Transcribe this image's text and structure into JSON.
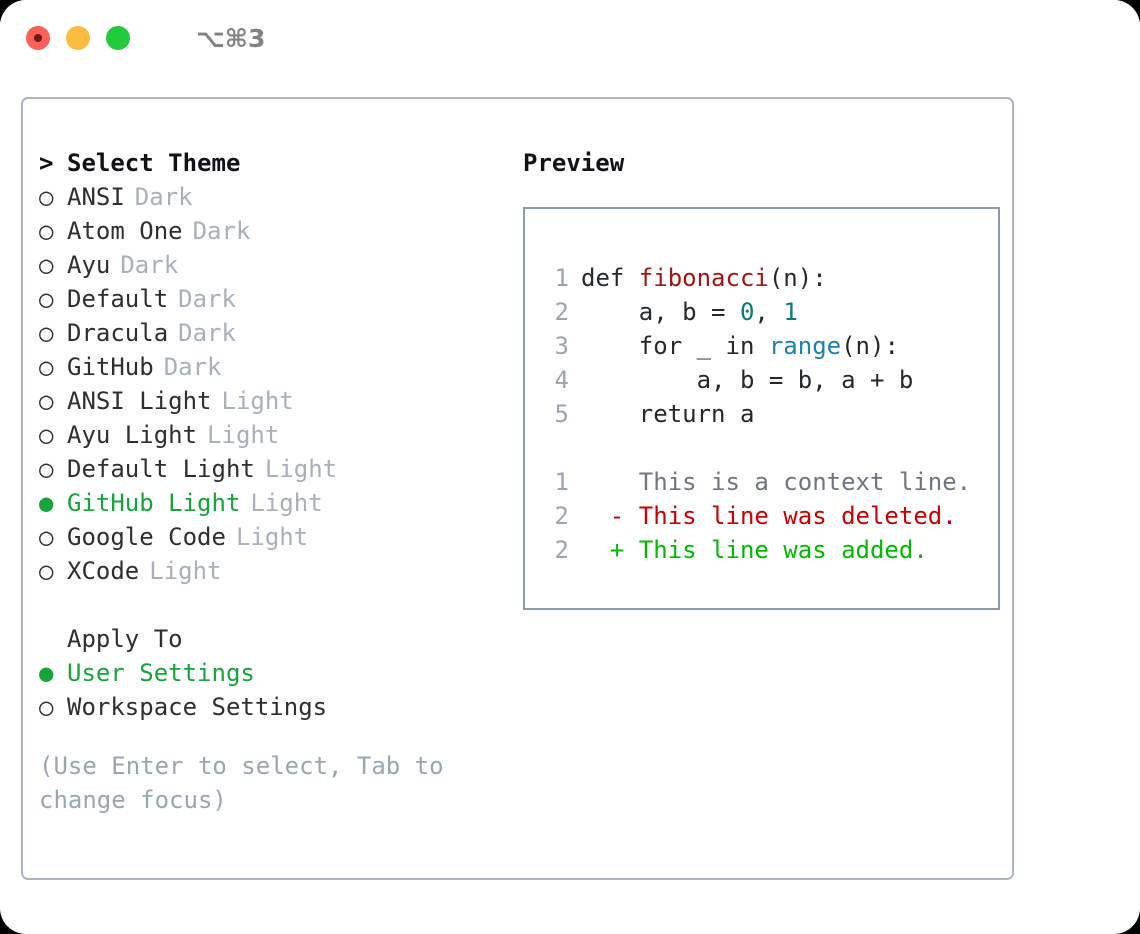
{
  "titlebar": {
    "shortcut": "⌥⌘3",
    "buttons": [
      {
        "name": "close",
        "color": "#fc6058"
      },
      {
        "name": "minimize",
        "color": "#fdbc40"
      },
      {
        "name": "zoom",
        "color": "#22c93c"
      }
    ]
  },
  "theme_list": {
    "header": "Select Theme",
    "header_prefix": ">",
    "marker_unselected": "○",
    "marker_selected": "●",
    "items": [
      {
        "label": "ANSI",
        "kind": "Dark",
        "selected": false
      },
      {
        "label": "Atom One",
        "kind": "Dark",
        "selected": false
      },
      {
        "label": "Ayu",
        "kind": "Dark",
        "selected": false
      },
      {
        "label": "Default",
        "kind": "Dark",
        "selected": false
      },
      {
        "label": "Dracula",
        "kind": "Dark",
        "selected": false
      },
      {
        "label": "GitHub",
        "kind": "Dark",
        "selected": false
      },
      {
        "label": "ANSI Light",
        "kind": "Light",
        "selected": false
      },
      {
        "label": "Ayu Light",
        "kind": "Light",
        "selected": false
      },
      {
        "label": "Default Light",
        "kind": "Light",
        "selected": false
      },
      {
        "label": "GitHub Light",
        "kind": "Light",
        "selected": true
      },
      {
        "label": "Google Code",
        "kind": "Light",
        "selected": false
      },
      {
        "label": "XCode",
        "kind": "Light",
        "selected": false
      }
    ]
  },
  "apply_to": {
    "header": "Apply To",
    "items": [
      {
        "label": "User Settings",
        "selected": true
      },
      {
        "label": "Workspace Settings",
        "selected": false
      }
    ]
  },
  "hint": "(Use Enter to select, Tab to change focus)",
  "preview": {
    "title": "Preview",
    "code_lines": [
      {
        "num": "1",
        "tokens": [
          {
            "t": "def ",
            "c": "plain"
          },
          {
            "t": "fibonacci",
            "c": "fn"
          },
          {
            "t": "(n):",
            "c": "plain"
          }
        ]
      },
      {
        "num": "2",
        "tokens": [
          {
            "t": "    a, b = ",
            "c": "plain"
          },
          {
            "t": "0",
            "c": "num"
          },
          {
            "t": ", ",
            "c": "plain"
          },
          {
            "t": "1",
            "c": "num"
          }
        ]
      },
      {
        "num": "3",
        "tokens": [
          {
            "t": "    for _ in ",
            "c": "plain"
          },
          {
            "t": "range",
            "c": "call"
          },
          {
            "t": "(n):",
            "c": "plain"
          }
        ]
      },
      {
        "num": "4",
        "tokens": [
          {
            "t": "        a, b = b, a + b",
            "c": "plain"
          }
        ]
      },
      {
        "num": "5",
        "tokens": [
          {
            "t": "    return a",
            "c": "plain"
          }
        ]
      }
    ],
    "diff_lines": [
      {
        "num": "1",
        "sign": " ",
        "text": "This is a context line.",
        "kind": "ctx"
      },
      {
        "num": "2",
        "sign": "-",
        "text": "This line was deleted.",
        "kind": "del"
      },
      {
        "num": "2",
        "sign": "+",
        "text": "This line was added.",
        "kind": "add"
      }
    ]
  },
  "colors": {
    "selected_green": "#16a53a",
    "muted_gray": "#a8b0bc",
    "hint_gray": "#9aa5b4",
    "fn_red": "#a31515",
    "num_teal": "#0b7a7a",
    "call_blue": "#1f7faf",
    "diff_del_red": "#cc0000",
    "diff_add_green": "#00bb00",
    "panel_border": "#aeb6c4",
    "preview_border": "#8e9aab"
  }
}
